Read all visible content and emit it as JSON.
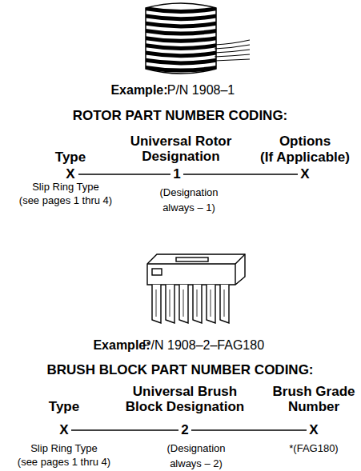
{
  "diagram": {
    "labels": [
      "Example:",
      "P/N 1908–1",
      "ROTOR PART NUMBER CODING:",
      "Universal Rotor Designation",
      "Type",
      "Options",
      "(If Applicable)",
      "X",
      "1",
      "X",
      "Slip Ring Type",
      "(see pages 1 thru 4)",
      "(Designation always – 1)",
      "Example:",
      "P/N 1908–2–FAG180",
      "BRUSH BLOCK PART NUMBER CODING:",
      "Type",
      "Universal Brush Block Designation",
      "Brush Grade Number",
      "X",
      "2",
      "X",
      "Slip Ring Type",
      "(see pages 1 thru 4)",
      "(Designation always – 2)",
      "*(FAG180)"
    ]
  }
}
